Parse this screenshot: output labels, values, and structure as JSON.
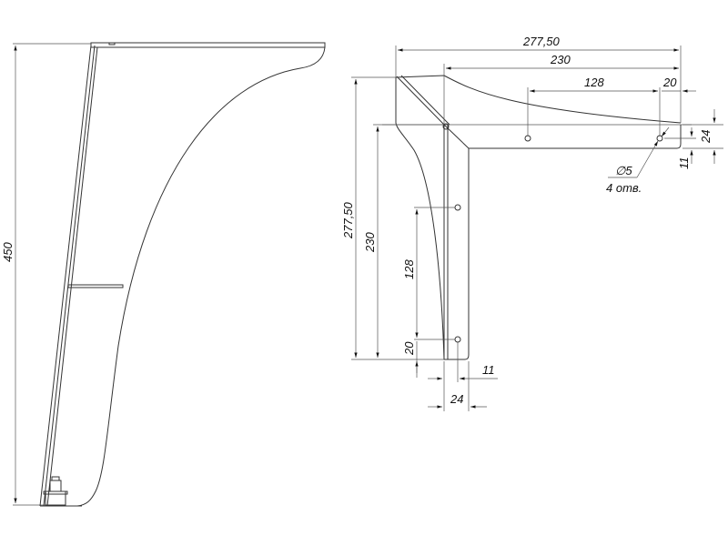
{
  "side_view": {
    "height_dim": "450"
  },
  "front_view": {
    "top_dims": {
      "overall": "277,50",
      "plate_length": "230",
      "hole_spacing": "128",
      "hole_edge_offset": "20"
    },
    "right_dims": {
      "plate_width": "24",
      "hole_offset": "11"
    },
    "hole_note": {
      "diameter": "∅5",
      "count": "4 отв."
    },
    "left_dims": {
      "overall": "277,50",
      "plate_length": "230",
      "hole_spacing": "128",
      "hole_edge_offset": "20"
    },
    "bottom_dims": {
      "hole_offset": "11",
      "plate_width": "24"
    }
  }
}
